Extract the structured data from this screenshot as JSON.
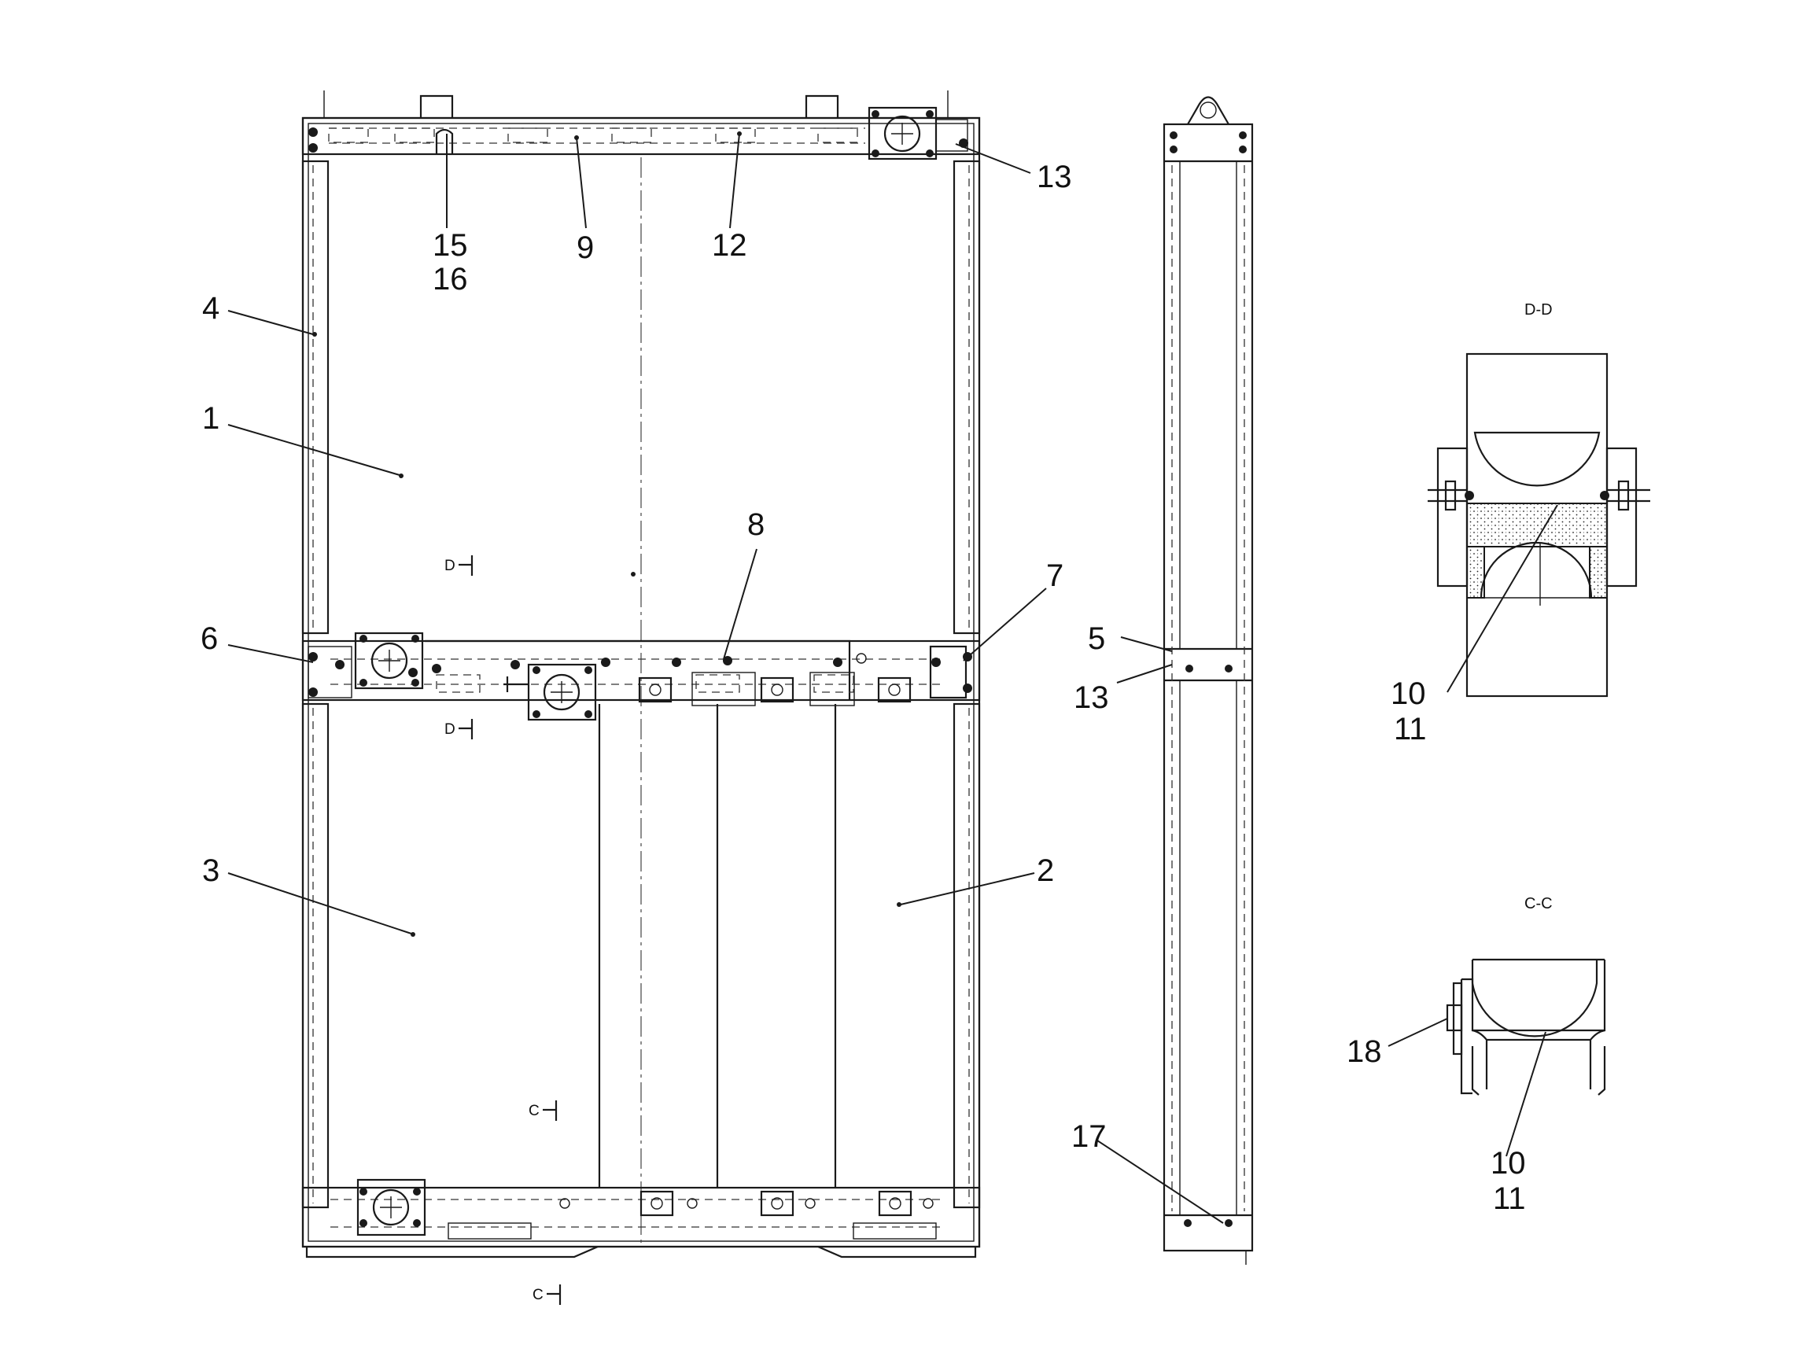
{
  "colors": {
    "ink": "#1a1a1a",
    "background": "#ffffff"
  },
  "section_titles": {
    "dd": "D-D",
    "cc": "C-C"
  },
  "section_marks": {
    "d": "D",
    "c": "C"
  },
  "callouts": {
    "c1": "1",
    "c2": "2",
    "c3": "3",
    "c4": "4",
    "c5": "5",
    "c6": "6",
    "c7": "7",
    "c8": "8",
    "c9": "9",
    "c10": "10",
    "c11": "11",
    "c12": "12",
    "c13": "13",
    "c15": "15",
    "c16": "16",
    "c17": "17",
    "c18": "18"
  }
}
